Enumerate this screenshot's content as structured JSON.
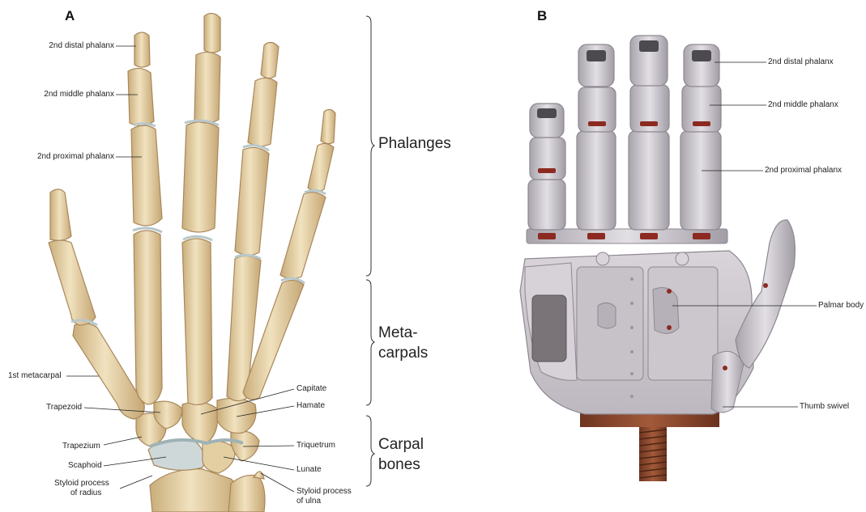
{
  "panel_a": {
    "letter": "A",
    "labels": {
      "distal": "2nd distal phalanx",
      "middle": "2nd middle phalanx",
      "proximal": "2nd proximal phalanx",
      "first_metacarpal": "1st metacarpal",
      "trapezoid": "Trapezoid",
      "trapezium": "Trapezium",
      "scaphoid": "Scaphoid",
      "styloid_radius_1": "Styloid process",
      "styloid_radius_2": "of radius",
      "capitate": "Capitate",
      "hamate": "Hamate",
      "triquetrum": "Triquetrum",
      "lunate": "Lunate",
      "styloid_ulna_1": "Styloid process",
      "styloid_ulna_2": "of ulna"
    },
    "groups": {
      "phalanges": "Phalanges",
      "metacarpals_1": "Meta-",
      "metacarpals_2": "carpals",
      "carpal_1": "Carpal",
      "carpal_2": "bones"
    }
  },
  "panel_b": {
    "letter": "B",
    "labels": {
      "distal": "2nd distal phalanx",
      "middle": "2nd middle phalanx",
      "proximal": "2nd proximal phalanx",
      "palmar": "Palmar body",
      "thumb": "Thumb swivel"
    }
  },
  "colors": {
    "bone_fill": "#e6d2a6",
    "bone_stroke": "#a8875a",
    "cartilage": "#c9d4d6",
    "prosthetic_fill": "#cfcbd0",
    "prosthetic_stroke": "#8e8890",
    "joint_red": "#8c2a22",
    "base_copper": "#8a4a2e"
  }
}
